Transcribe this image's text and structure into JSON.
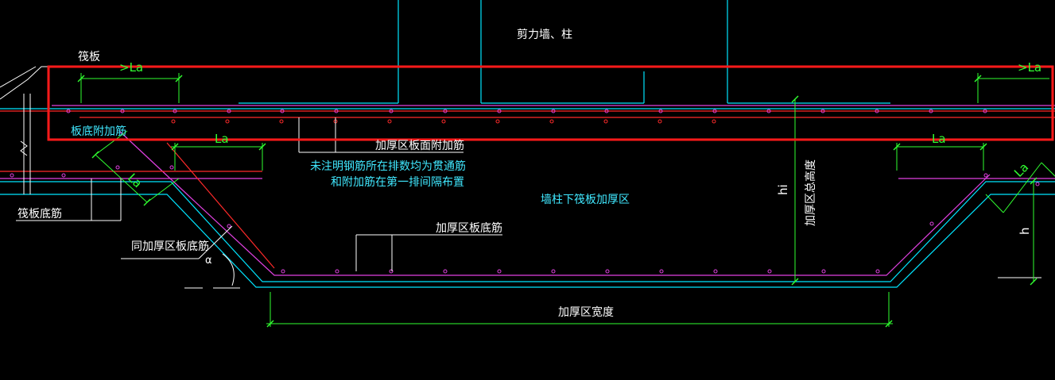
{
  "colors": {
    "background": "#000000",
    "wall": "#00e5ff",
    "magenta": "#e040e0",
    "red": "#ff2a2a",
    "white": "#ffffff",
    "dim": "#30ff30",
    "cyan_text": "#40e8ff",
    "highlight": "#ff1a1a"
  },
  "labels": {
    "shear_wall_column": "剪力墙、柱",
    "raft": "筏板",
    "la_top_left": ">La",
    "la_top_right": ">La",
    "board_bottom_extra": "板底附加筋",
    "la_left": "La",
    "la_right": "La",
    "thick_top_extra": "加厚区板面附加筋",
    "note_line1": "未注明钢筋所在排数均为贯通筋",
    "note_line2": "和附加筋在第一排间隔布置",
    "thick_zone": "墙柱下筏板加厚区",
    "raft_bottom": "筏板底筋",
    "la_slope_left": "La",
    "la_slope_right": "La",
    "thick_bottom": "加厚区板底筋",
    "same_thick_bottom": "同加厚区板底筋",
    "alpha": "α",
    "hi": "hi",
    "thick_total_height": "加厚区总高度",
    "h": "h",
    "thick_width": "加厚区宽度"
  }
}
